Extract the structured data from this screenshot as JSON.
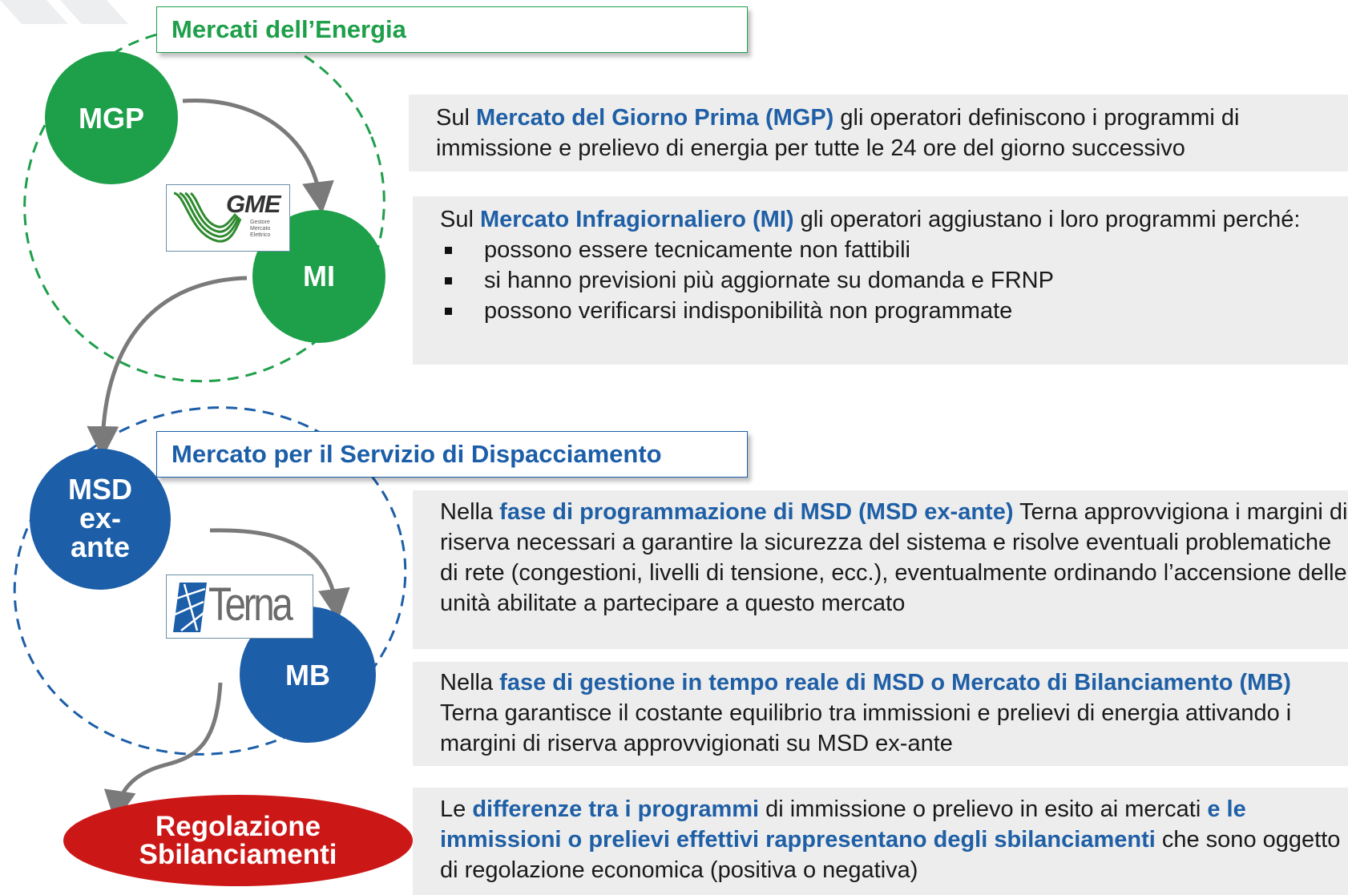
{
  "sections": {
    "energy_markets_title": "Mercati dell’Energia",
    "dispatch_market_title": "Mercato per il Servizio di Dispacciamento"
  },
  "nodes": {
    "mgp": "MGP",
    "mi": "MI",
    "msd_ex_ante_line1": "MSD",
    "msd_ex_ante_line2": "ex-",
    "msd_ex_ante_line3": "ante",
    "mb": "MB",
    "imbalance_line1": "Regolazione",
    "imbalance_line2": "Sbilanciamenti"
  },
  "logos": {
    "gme": {
      "name": "GME",
      "subtitle_line1": "Gestore",
      "subtitle_line2": "Mercato",
      "subtitle_line3": "Elettrico"
    },
    "terna": {
      "name": "Terna"
    }
  },
  "descriptions": {
    "mgp": {
      "prefix": "Sul ",
      "highlight": "Mercato del Giorno Prima (MGP)",
      "suffix": " gli operatori definiscono i programmi di immissione e prelievo di energia per tutte le 24 ore del giorno successivo"
    },
    "mi": {
      "prefix": "Sul ",
      "highlight": "Mercato Infragiornaliero (MI)",
      "suffix": " gli operatori aggiustano i loro programmi perché:",
      "bullets": [
        "possono essere tecnicamente non fattibili",
        "si hanno previsioni più aggiornate su domanda e FRNP",
        "possono verificarsi indisponibilità non programmate"
      ]
    },
    "msd": {
      "prefix": "Nella ",
      "highlight": "fase di programmazione di MSD (MSD ex-ante)",
      "suffix": " Terna approvvigiona i margini di riserva necessari a garantire la sicurezza del sistema e risolve eventuali problematiche di rete (congestioni, livelli di tensione, ecc.), eventualmente ordinando l’accensione delle unità abilitate a partecipare a questo mercato"
    },
    "mb": {
      "prefix": "Nella ",
      "highlight": "fase di gestione in tempo reale di MSD o Mercato di Bilanciamento (MB)",
      "suffix": " Terna garantisce il costante equilibrio tra immissioni e prelievi di energia attivando i margini di riserva approvvigionati su MSD ex-ante"
    },
    "imbalance": {
      "prefix": "Le ",
      "highlight1": "differenze tra i programmi",
      "middle": " di immissione o prelievo in esito ai mercati ",
      "highlight2": "e le immissioni o prelievi effettivi rappresentano degli sbilanciamenti",
      "suffix": " che sono oggetto di regolazione economica (positiva o negativa)"
    }
  },
  "colors": {
    "green": "#1e9f4a",
    "blue": "#1c5ea8",
    "red": "#cc1717",
    "highlight_text": "#1f5fa6",
    "box_bg": "#ededed",
    "arrow": "#7a7a7a"
  }
}
